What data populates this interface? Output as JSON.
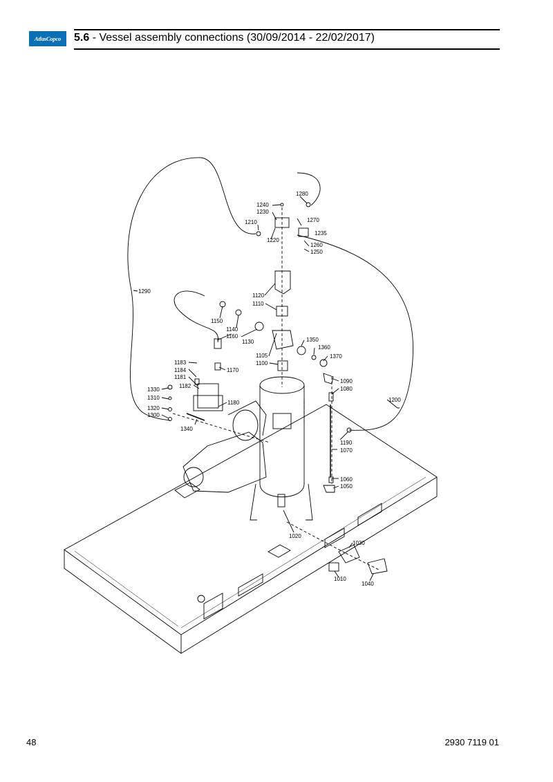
{
  "header": {
    "logo_text": "AtlasCopco",
    "section_number": "5.6",
    "section_title": " - Vessel assembly connections (30/09/2014 - 22/02/2017)"
  },
  "footer": {
    "page_number": "48",
    "document_number": "2930 7119 01"
  },
  "callouts": [
    "1280",
    "1240",
    "1230",
    "1270",
    "1210",
    "1235",
    "1220",
    "1260",
    "1250",
    "1290",
    "1120",
    "1110",
    "1150",
    "1140",
    "1160",
    "1130",
    "1350",
    "1360",
    "1370",
    "1105",
    "1100",
    "1183",
    "1184",
    "1181",
    "1170",
    "1182",
    "1090",
    "1080",
    "1330",
    "1310",
    "1180",
    "1320",
    "1300",
    "1200",
    "1340",
    "1190",
    "1070",
    "1060",
    "1050",
    "1020",
    "1030",
    "1010",
    "1040"
  ]
}
